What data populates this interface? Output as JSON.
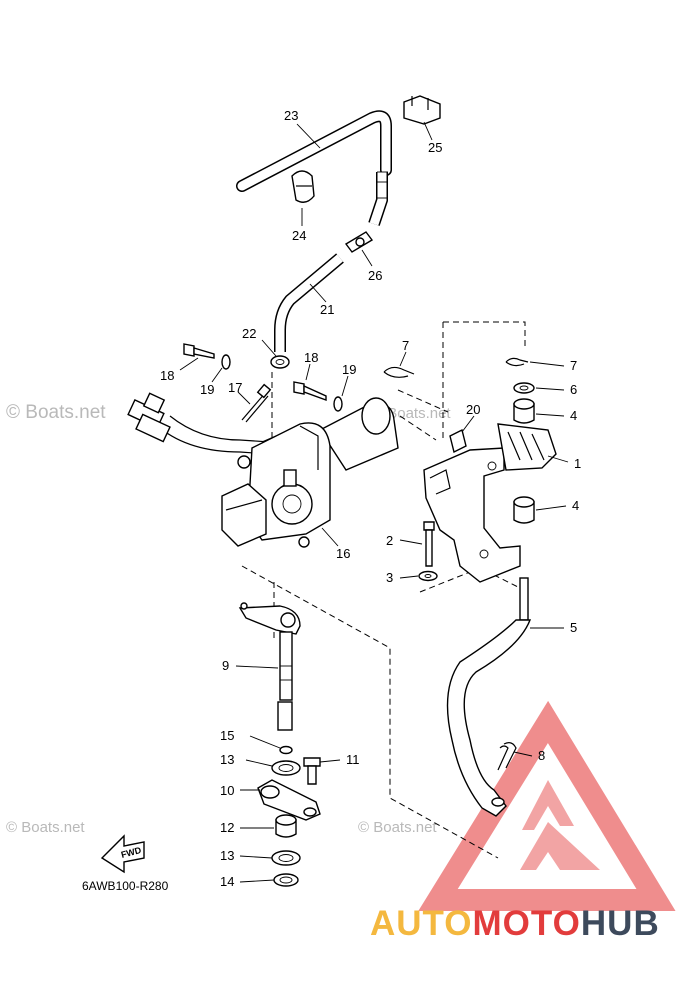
{
  "diagram": {
    "code": "6AWB100-R280",
    "arrow_label": "FWD",
    "watermark_text": "© Boats.net",
    "callouts": {
      "c1": "1",
      "c2": "2",
      "c3": "3",
      "c4a": "4",
      "c4b": "4",
      "c5": "5",
      "c6": "6",
      "c7a": "7",
      "c7b": "7",
      "c8": "8",
      "c9": "9",
      "c10": "10",
      "c11": "11",
      "c12": "12",
      "c13a": "13",
      "c13b": "13",
      "c14": "14",
      "c15": "15",
      "c16": "16",
      "c17": "17",
      "c18a": "18",
      "c18b": "18",
      "c19a": "19",
      "c19b": "19",
      "c20": "20",
      "c21": "21",
      "c22": "22",
      "c23": "23",
      "c24": "24",
      "c25": "25",
      "c26": "26"
    }
  },
  "brand": {
    "part1": "AUTO",
    "part2": "MOTO",
    "part3": "HUB",
    "colors": {
      "auto": "#f4b83f",
      "moto": "#e23c3c",
      "hub": "#3d4a5c",
      "triangle": "#ef8d8d"
    }
  }
}
